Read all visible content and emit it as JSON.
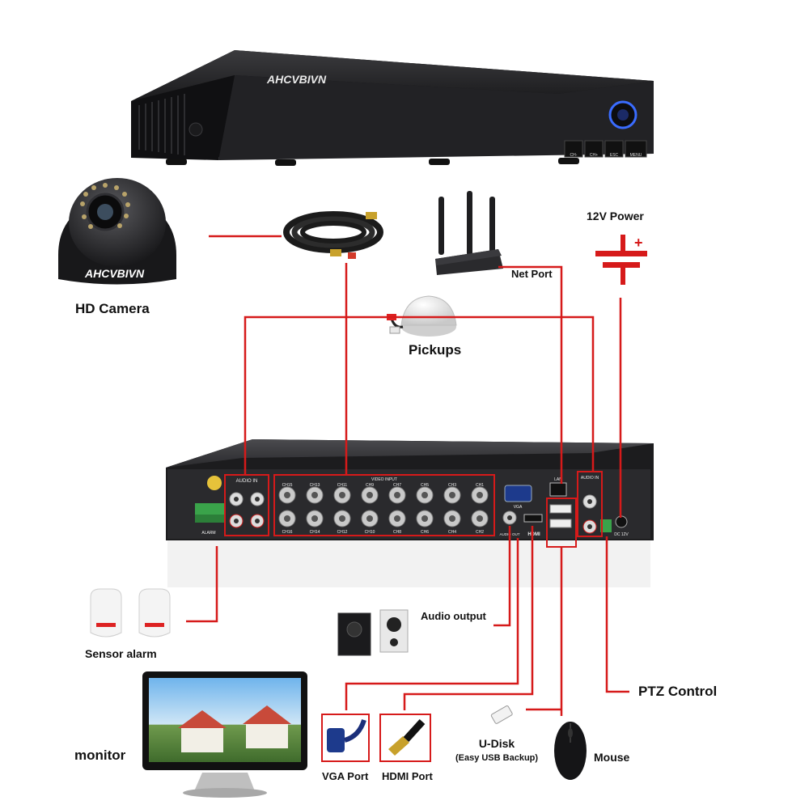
{
  "brand": "AHCVBIVN",
  "dvr_front": {
    "buttons": [
      "CH-",
      "CH+",
      "ESC",
      "MENU"
    ]
  },
  "dvr_back": {
    "audio_in_left": "AUDIO IN",
    "video_input": "VIDEO INPUT",
    "audio_in_right": "AUDIO IN",
    "channels_top": [
      "CH15",
      "CH13",
      "CH11",
      "CH9",
      "CH7",
      "CH5",
      "CH3",
      "CH1"
    ],
    "channels_bottom": [
      "CH16",
      "CH14",
      "CH12",
      "CH10",
      "CH8",
      "CH6",
      "CH4",
      "CH2"
    ],
    "vga": "VGA",
    "audio_out": "AUDIO OUT",
    "hdmi": "HDMI",
    "lan": "LAN",
    "dc": "DC 12V",
    "alarm": "ALARM"
  },
  "labels": {
    "hd_camera": "HD Camera",
    "net_port": "Net Port",
    "power": "12V Power",
    "pickups": "Pickups",
    "sensor_alarm": "Sensor alarm",
    "audio_output": "Audio output",
    "ptz_control": "PTZ Control",
    "monitor": "monitor",
    "vga_port": "VGA Port",
    "hdmi_port": "HDMI Port",
    "u_disk": "U-Disk",
    "u_disk_sub": "(Easy USB Backup)",
    "mouse": "Mouse"
  },
  "colors": {
    "wire": "#d61a1a",
    "dvr_body": "#1f1f21",
    "panel": "#2b2b2d",
    "accent_blue": "#3a6cff"
  }
}
